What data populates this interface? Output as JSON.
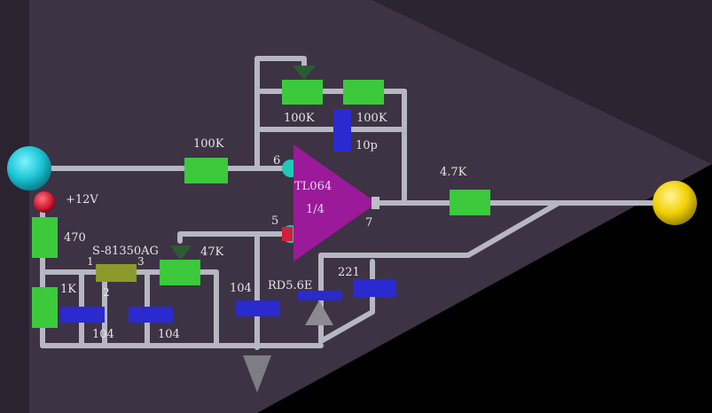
{
  "colors": {
    "board": "#3d3344",
    "board_edge": "#2a2330",
    "wire": "#b9b9c4",
    "resistor": "#3cc93c",
    "capacitor": "#2a2ad0",
    "opamp": "#9a1a9a",
    "input_node": "#20c8d8",
    "output_node": "#f0d000",
    "power_node": "#d0203a",
    "regulator": "#8c9a2c",
    "pot_arrow": "#2d5a35",
    "ground": "#8a8a8a"
  },
  "labels": {
    "r_in": "100K",
    "r_fb1": "100K",
    "r_fb2": "100K",
    "c_fb": "10p",
    "r_out": "4.7K",
    "supply": "+12V",
    "r_470": "470",
    "r_1k": "1K",
    "regulator": "S-81350AG",
    "reg_pin1": "1",
    "reg_pin2": "2",
    "reg_pin3": "3",
    "r_47k": "47K",
    "c_104a": "104",
    "c_104b": "104",
    "c_104c": "104",
    "diode": "RD5.6E",
    "c_221": "221",
    "pin6": "6",
    "pin5": "5",
    "pin7": "7",
    "opamp_name": "TL064",
    "opamp_unit": "1/4"
  }
}
